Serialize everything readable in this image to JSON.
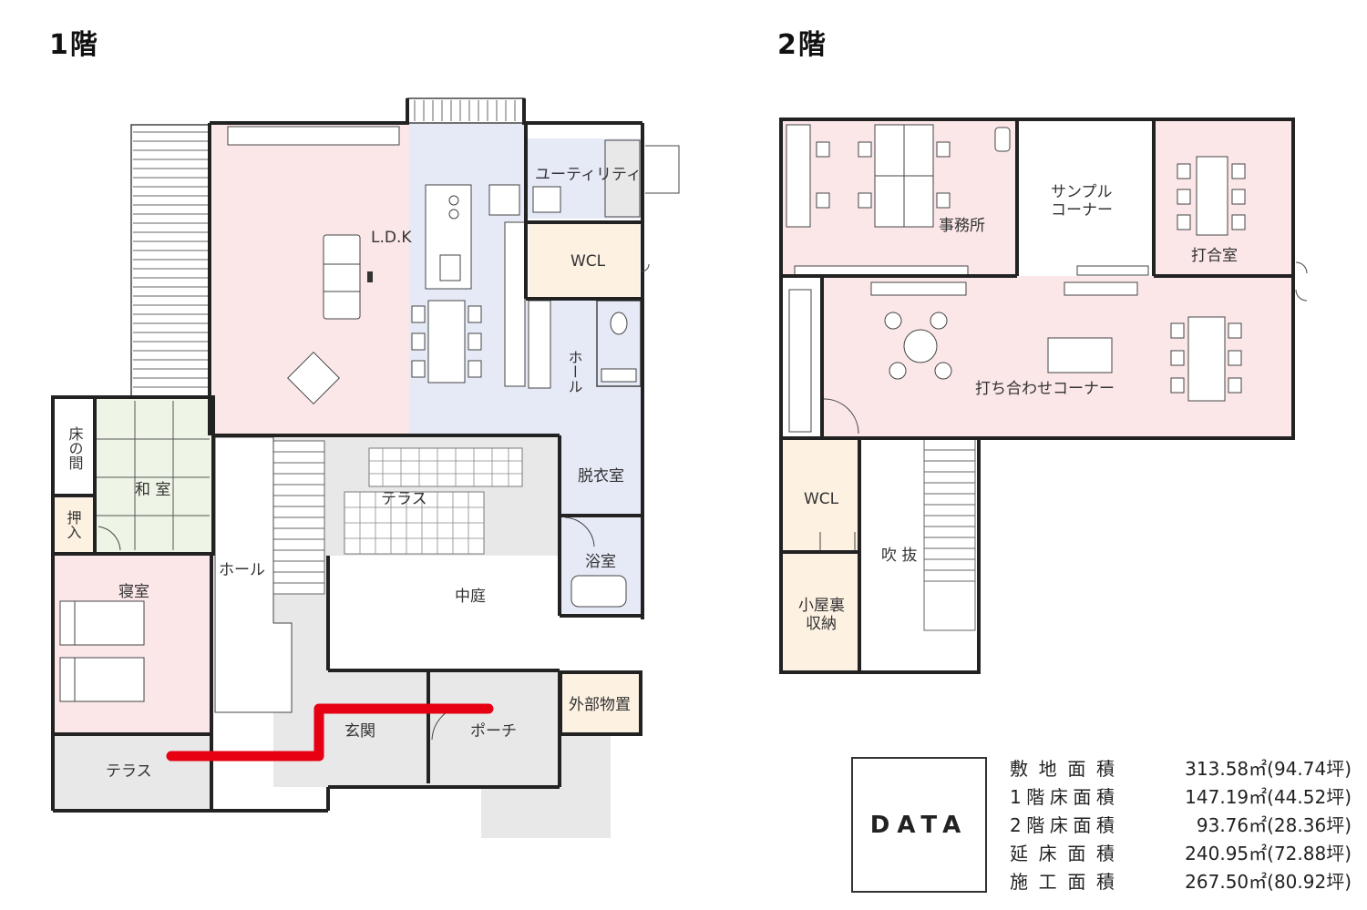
{
  "floors": [
    {
      "title": "1階"
    },
    {
      "title": "2階"
    }
  ],
  "floor1_rooms": {
    "ldk": "L.D.K",
    "utility": "ユーティリティ",
    "wcl": "WCL",
    "hall_v": "ホール",
    "dressing": "脱衣室",
    "bath": "浴室",
    "tokonoma": "床の間",
    "washitsu": "和 室",
    "oshiire": "押入",
    "terrace_inner": "テラス",
    "courtyard": "中庭",
    "hall": "ホール",
    "bedroom": "寝室",
    "storage_outside": "外部物置",
    "entrance": "玄関",
    "porch": "ポーチ",
    "terrace_outer": "テラス"
  },
  "floor2_rooms": {
    "office": "事務所",
    "sample": "サンプル\nコーナー",
    "meeting": "打合室",
    "meeting_corner": "打ち合わせコーナー",
    "wcl": "WCL",
    "fukinuke": "吹 抜",
    "attic": "小屋裏\n収納"
  },
  "data": {
    "box_label": "DATA",
    "rows": [
      {
        "label": "敷地面積",
        "value": "313.58㎡(94.74坪)"
      },
      {
        "label": "1階床面積",
        "value": "147.19㎡(44.52坪)"
      },
      {
        "label": "2階床面積",
        "value": "93.76㎡(28.36坪)"
      },
      {
        "label": "延床面積",
        "value": "240.95㎡(72.88坪)"
      },
      {
        "label": "施工面積",
        "value": "267.50㎡(80.92坪)"
      }
    ]
  },
  "colors": {
    "pink": "#fbe6e8",
    "blue": "#e6eaf7",
    "cream": "#fdf1e2",
    "green": "#eef5e6",
    "gray": "#e8e8e8",
    "wall": "#222222",
    "highlight": "#e60012"
  }
}
